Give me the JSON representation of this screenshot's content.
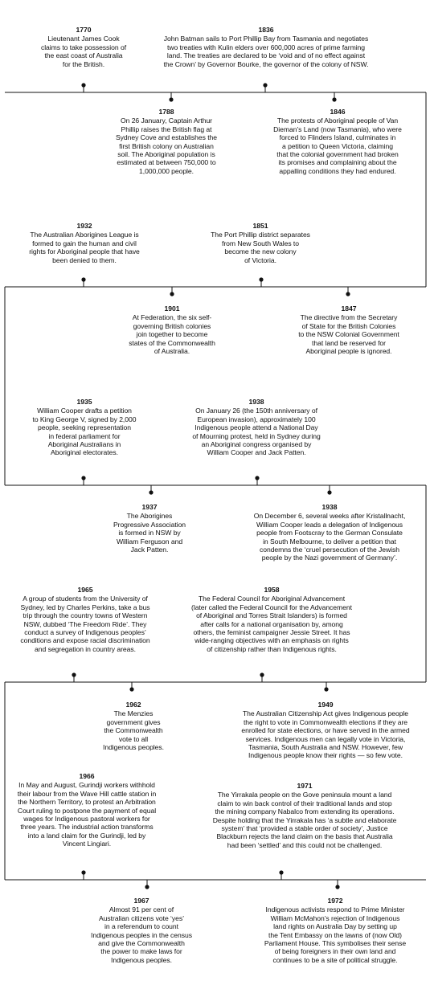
{
  "colors": {
    "line": "#111111",
    "text": "#111111",
    "background": "#ffffff"
  },
  "events": [
    {
      "year": "1770",
      "text": "Lieutenant James Cook\nclaims to take possession of\nthe east coast of Australia\nfor the British."
    },
    {
      "year": "1836",
      "text": "John Batman sails to Port Phillip Bay from Tasmania and negotiates\ntwo treaties with Kulin elders over 600,000 acres of prime farming\nland. The treaties are declared to be ‘void and of no effect against\nthe Crown’ by Governor Bourke, the governor of the colony of NSW."
    },
    {
      "year": "1788",
      "text": "On 26 January, Captain Arthur\nPhillip raises the British flag at\nSydney Cove and establishes the\nfirst British colony on Australian\nsoil. The Aboriginal population is\nestimated at between 750,000 to\n1,000,000 people."
    },
    {
      "year": "1846",
      "text": "The protests of Aboriginal people of Van\nDieman’s Land (now Tasmania), who were\nforced to Flinders Island, culminates in\na petition to Queen Victoria, claiming\nthat the colonial government had broken\nits promises and complaining about the\nappalling conditions they had endured."
    },
    {
      "year": "1932",
      "text": "The Australian Aborigines League is\nformed to gain the human and civil\nrights for Aboriginal people that have\nbeen denied to them."
    },
    {
      "year": "1851",
      "text": "The Port Phillip district separates\nfrom New South Wales to\nbecome the new colony\nof Victoria."
    },
    {
      "year": "1901",
      "text": "At Federation, the six self-\ngoverning British colonies\njoin together to become\nstates of the Commonwealth\nof Australia."
    },
    {
      "year": "1847",
      "text": "The directive from the Secretary\nof State for the British Colonies\nto the NSW Colonial Government\nthat land be reserved for\nAboriginal people is ignored."
    },
    {
      "year": "1935",
      "text": "William Cooper drafts a petition\nto King George V, signed by 2,000\npeople, seeking representation\nin federal parliament for\nAboriginal Australians in\nAboriginal electorates."
    },
    {
      "year": "1938",
      "text": "On January 26 (the 150th anniversary of\nEuropean invasion), approximately 100\nIndigenous people attend a National Day\nof Mourning protest, held in Sydney during\nan Aboriginal congress organised by\nWilliam Cooper and Jack Patten."
    },
    {
      "year": "1937",
      "text": "The Aborigines\nProgressive Association\nis formed in NSW by\nWilliam Ferguson and\nJack Patten."
    },
    {
      "year": "1938",
      "text": "On December 6, several weeks after Kristallnacht,\nWilliam Cooper leads a delegation of Indigenous\npeople from Footscray to the German Consulate\nin South Melbourne, to deliver a petition that\ncondemns the ‘cruel persecution of the Jewish\npeople by the Nazi government of Germany’."
    },
    {
      "year": "1965",
      "text": "A group of students from the University of\nSydney, led by Charles Perkins, take a bus\ntrip through the country towns of Western\nNSW, dubbed ‘The Freedom Ride’. They\nconduct a survey of Indigenous peoples’\nconditions and expose racial discrimination\nand segregation in country areas."
    },
    {
      "year": "1958",
      "text": "The Federal Council for Aboriginal Advancement\n(later called the Federal Council for the Advancement\nof Aboriginal and Torres Strait Islanders) is formed\nafter calls for a national organisation by, among\nothers, the feminist campaigner Jessie Street. It has\nwide-ranging objectives with an emphasis on rights\nof citizenship rather than Indigenous rights."
    },
    {
      "year": "1962",
      "text": "The Menzies\ngovernment gives\nthe Commonwealth\nvote to all\nIndigenous peoples."
    },
    {
      "year": "1949",
      "text": "The Australian Citizenship Act gives Indigenous people\nthe right to vote in Commonwealth elections if they are\nenrolled for state elections, or have served in the armed\nservices. Indigenous men can legally vote in Victoria,\nTasmania, South Australia and NSW. However, few\nIndigenous people know their rights — so few vote."
    },
    {
      "year": "1966",
      "text": "In May and August, Gurindji workers withhold\ntheir labour from the Wave Hill cattle station in\nthe Northern Territory, to protest an Arbitration\nCourt ruling to postpone the payment of equal\nwages for Indigenous pastoral workers for\nthree years. The industrial action transforms\ninto a land claim for the Gurindji, led by\nVincent Lingiari."
    },
    {
      "year": "1971",
      "text": "The Yirrakala people on the Gove peninsula mount a land\nclaim to win back control of their traditional lands and stop\nthe mining company Nabalco from extending its operations.\nDespite holding that the Yirrakala has ‘a subtle and elaborate\nsystem’ that ‘provided a stable order of society’, Justice\nBlackburn rejects the land claim on the basis that Australia\nhad been ‘settled’ and this could not be challenged."
    },
    {
      "year": "1967",
      "text": "Almost 91 per cent of\nAustralian citizens vote ‘yes’\nin a referendum to count\nIndigenous peoples in the census\nand give the Commonwealth\nthe power to make laws for\nIndigenous peoples."
    },
    {
      "year": "1972",
      "text": "Indigenous activists respond to Prime Minister\nWilliam McMahon’s rejection of Indigenous\nland rights on Australia Day by setting up\nthe Tent Embassy on the lawns of (now Old)\nParliament House. This symbolises their sense\nof being foreigners in their own land and\ncontinues to be a site of political struggle."
    }
  ]
}
